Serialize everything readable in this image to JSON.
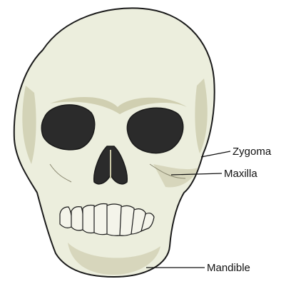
{
  "diagram": {
    "labels": {
      "zygoma": "Zygoma",
      "maxilla": "Maxilla",
      "mandible": "Mandible"
    },
    "colors": {
      "bone": "#eceedd",
      "bone_shadow": "#c9c7a6",
      "outline": "#1a1a1a",
      "socket": "#2b2b2b",
      "leader": "#111111"
    }
  }
}
